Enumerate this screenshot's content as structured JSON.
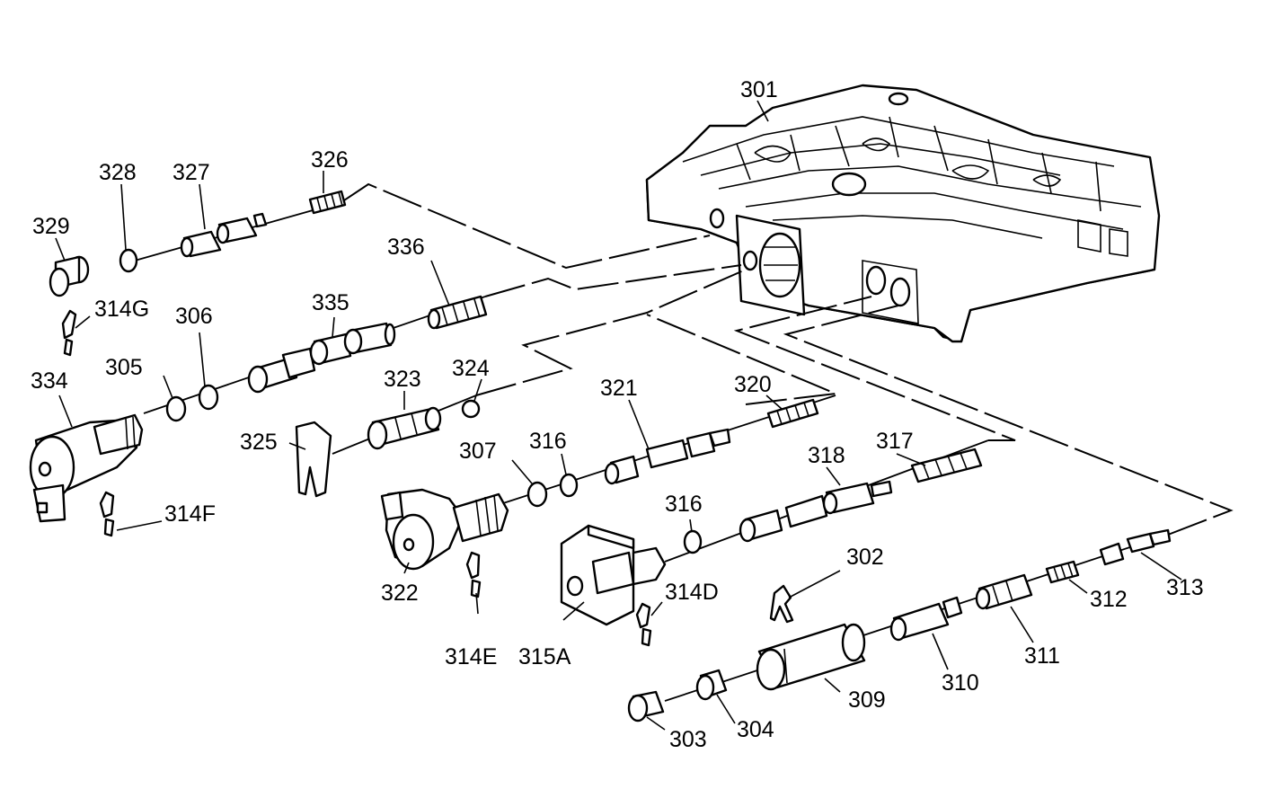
{
  "diagram": {
    "labels": {
      "l301": "301",
      "l302": "302",
      "l303": "303",
      "l304": "304",
      "l305": "305",
      "l306": "306",
      "l307": "307",
      "l309": "309",
      "l310": "310",
      "l311": "311",
      "l312": "312",
      "l313": "313",
      "l314D": "314D",
      "l314E": "314E",
      "l314F": "314F",
      "l314G": "314G",
      "l315A": "315A",
      "l316a": "316",
      "l316b": "316",
      "l317": "317",
      "l318": "318",
      "l320": "320",
      "l321": "321",
      "l322": "322",
      "l323": "323",
      "l324": "324",
      "l325": "325",
      "l326": "326",
      "l327": "327",
      "l328": "328",
      "l329": "329",
      "l334": "334",
      "l335": "335",
      "l336": "336"
    }
  }
}
